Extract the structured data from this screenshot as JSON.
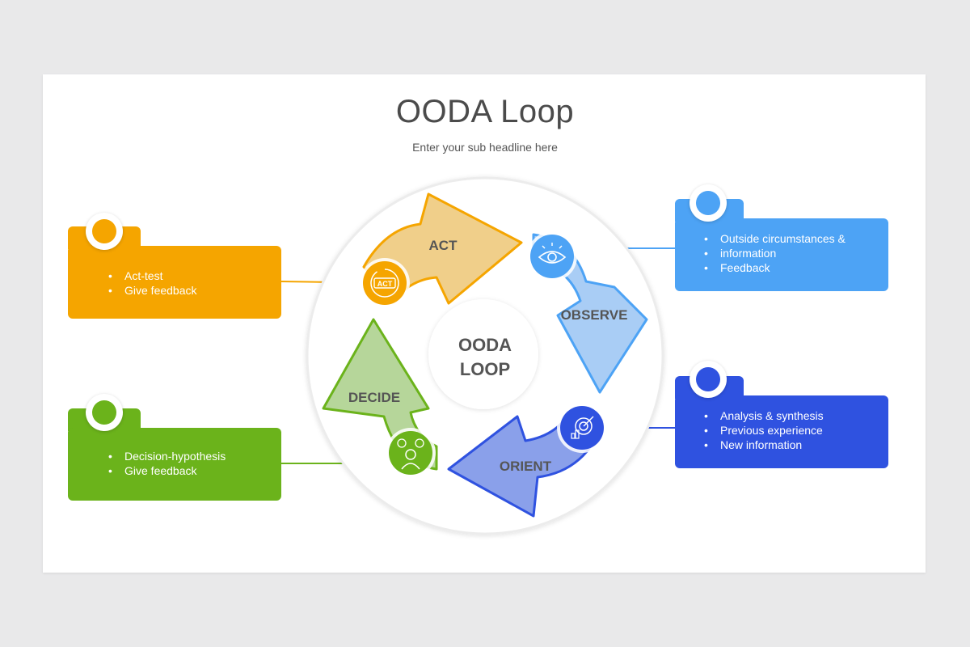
{
  "title": "OODA Loop",
  "subtitle": "Enter your sub headline here",
  "center": {
    "line1": "OODA",
    "line2": "LOOP"
  },
  "stages": {
    "act": {
      "label": "ACT",
      "icon_text": "ACT",
      "color": "#f5a500",
      "light": "#f0cf8a",
      "items": [
        "Act-test",
        "Give feedback"
      ]
    },
    "observe": {
      "label": "OBSERVE",
      "color": "#4da3f5",
      "light": "#a9cdf5",
      "items": [
        "Outside circumstances &",
        "information",
        "Feedback"
      ]
    },
    "orient": {
      "label": "ORIENT",
      "color": "#2f52e0",
      "light": "#8aa0ea",
      "items": [
        "Analysis & synthesis",
        "Previous experience",
        "New information"
      ]
    },
    "decide": {
      "label": "DECIDE",
      "color": "#6bb31b",
      "light": "#b6d69a",
      "items": [
        "Decision-hypothesis",
        "Give feedback"
      ]
    }
  },
  "icons": [
    "act-icon",
    "eye-icon",
    "target-icon",
    "decision-person-icon"
  ]
}
